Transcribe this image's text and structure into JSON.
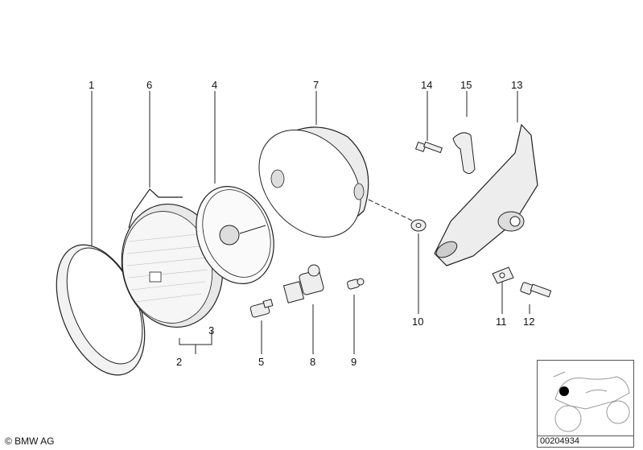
{
  "callouts": {
    "p1": "1",
    "p2": "2",
    "p3": "3",
    "p4": "4",
    "p5": "5",
    "p6": "6",
    "p7": "7",
    "p8": "8",
    "p9": "9",
    "p10": "10",
    "p11": "11",
    "p12": "12",
    "p13": "13",
    "p14": "14",
    "p15": "15"
  },
  "footer": {
    "copyright": "© BMW AG",
    "diagram_number": "00204934"
  },
  "colors": {
    "line": "#222222",
    "fill_light": "#f2f2f2",
    "fill_mid": "#d9d9d9",
    "dot": "#000000"
  }
}
